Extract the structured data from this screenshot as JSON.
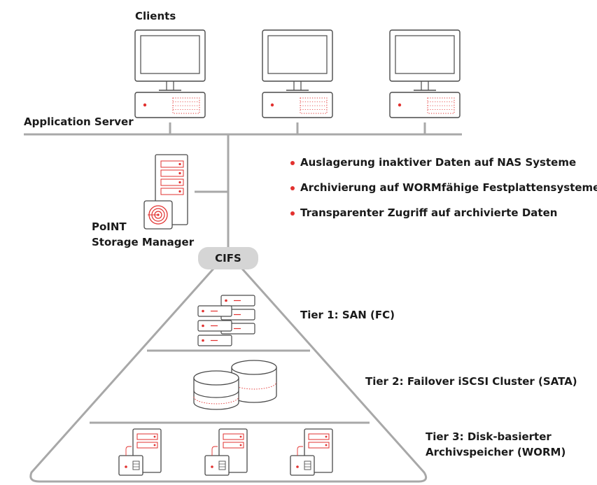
{
  "labels": {
    "clients": "Clients",
    "application_server": "Application Server",
    "storage_manager_line1": "PoINT",
    "storage_manager_line2": "Storage Manager",
    "cifs": "CIFS",
    "tier1": "Tier 1: SAN (FC)",
    "tier2": "Tier 2: Failover iSCSI Cluster (SATA)",
    "tier3_line1": "Tier 3: Disk-basierter",
    "tier3_line2": "Archivspeicher (WORM)"
  },
  "bullets": [
    "Auslagerung inaktiver Daten auf NAS Systeme",
    "Archivierung auf WORMfähige Festplattensysteme",
    "Transparenter Zugriff auf archivierte Daten"
  ],
  "colors": {
    "accent": "#e2312f",
    "line": "#a8a8a8",
    "outline": "#4a4a4a",
    "cifs_bg": "#d5d5d5"
  },
  "icons": [
    "client-computer-icon",
    "storage-manager-server-icon",
    "san-storage-icon",
    "iscsi-disk-cluster-icon",
    "worm-archive-server-icon"
  ]
}
